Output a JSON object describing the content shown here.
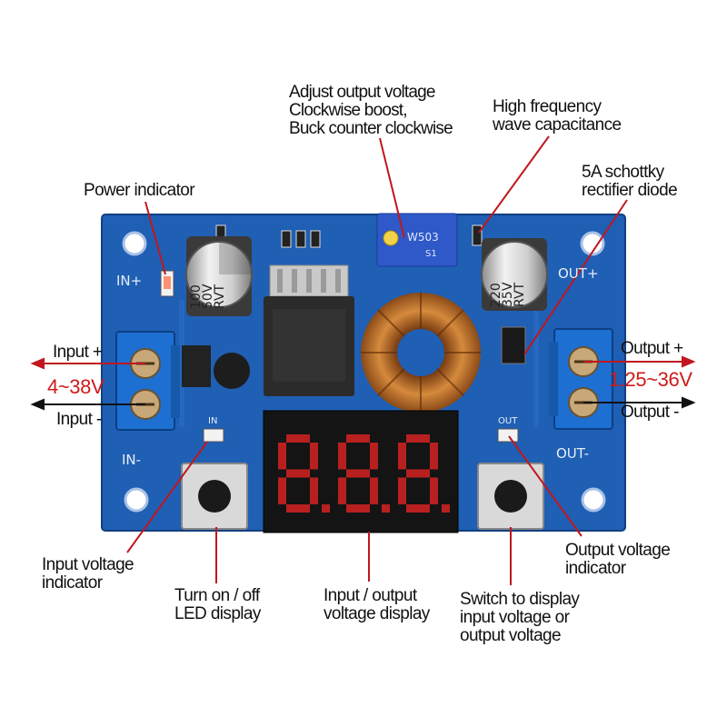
{
  "labels": {
    "adjust": [
      "Adjust output voltage",
      "Clockwise boost,",
      "Buck counter clockwise"
    ],
    "capacitance": [
      "High frequency",
      "wave capacitance"
    ],
    "schottky": [
      "5A schottky",
      "rectifier diode"
    ],
    "power": "Power indicator",
    "input_plus": "Input +",
    "input_minus": "Input -",
    "input_range": "4~38V",
    "output_plus": "Output +",
    "output_minus": "Output -",
    "output_range": "1.25~36V",
    "input_indicator": [
      "Input voltage",
      "indicator"
    ],
    "output_indicator": [
      "Output voltage",
      "indicator"
    ],
    "led_toggle": [
      "Turn on / off",
      "LED display"
    ],
    "io_display": [
      "Input / output",
      "voltage display"
    ],
    "switch_display": [
      "Switch to display",
      "input voltage or",
      "output voltage"
    ]
  },
  "board": {
    "silk_in_plus": "IN+",
    "silk_in_minus": "IN-",
    "silk_out_plus": "OUT+",
    "silk_out_minus": "OUT-",
    "silk_in_led": "IN",
    "silk_out_led": "OUT",
    "cap1": [
      "100",
      "50V",
      "RVT"
    ],
    "cap2": [
      "220",
      "35V",
      "RVT"
    ],
    "pot_code": "W503",
    "pot_sub": "S1",
    "display_digits": "8.8.8."
  },
  "colors": {
    "board": "#1f5fb4",
    "annotation_red": "#d11a1a",
    "display_segment": "#b82020"
  }
}
